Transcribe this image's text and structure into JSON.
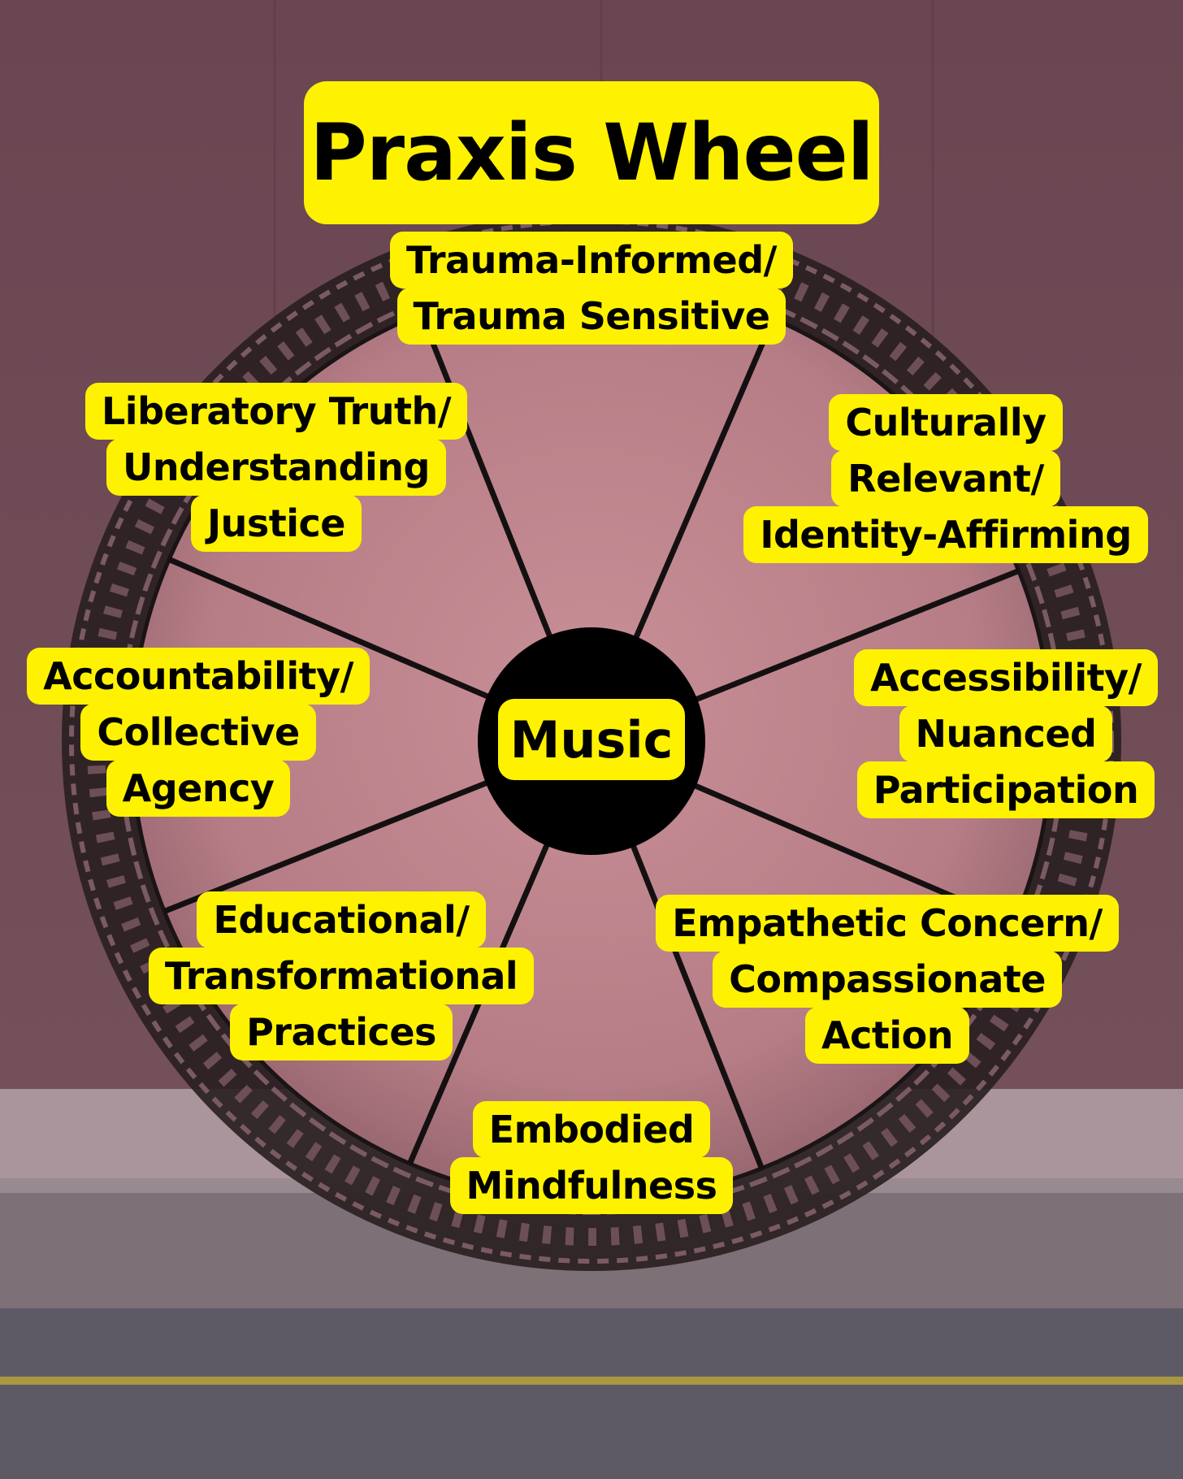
{
  "title": "Praxis Wheel",
  "center": "Music",
  "colors": {
    "label_bg": "#fff200",
    "hub": "#000000",
    "wall": "#6e4a55",
    "tire": "#1a1416"
  },
  "spokes": [
    {
      "id": "top",
      "lines": [
        "Trauma-Informed/",
        "Trauma Sensitive"
      ]
    },
    {
      "id": "upper-right",
      "lines": [
        "Culturally",
        "Relevant/",
        "Identity-Affirming"
      ]
    },
    {
      "id": "right",
      "lines": [
        "Accessibility/",
        "Nuanced",
        "Participation"
      ]
    },
    {
      "id": "lower-right",
      "lines": [
        "Empathetic Concern/",
        "Compassionate",
        "Action"
      ]
    },
    {
      "id": "bottom",
      "lines": [
        "Embodied",
        "Mindfulness"
      ]
    },
    {
      "id": "lower-left",
      "lines": [
        "Educational/",
        "Transformational",
        "Practices"
      ]
    },
    {
      "id": "left",
      "lines": [
        "Accountability/",
        "Collective",
        "Agency"
      ]
    },
    {
      "id": "upper-left",
      "lines": [
        "Liberatory Truth/",
        "Understanding",
        "Justice"
      ]
    }
  ]
}
